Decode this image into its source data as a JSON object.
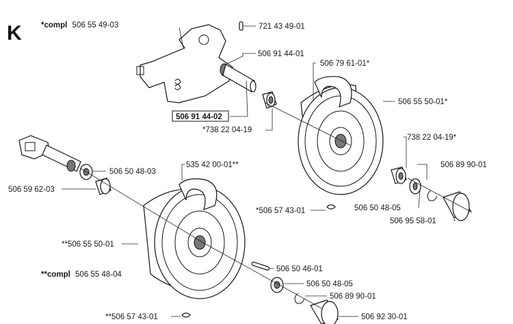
{
  "section_letter": "K",
  "header": {
    "prefix": "*compl",
    "number": "506 55 49-03"
  },
  "group2": {
    "prefix": "**compl",
    "number": "506 55 48-04"
  },
  "labels": [
    "721 43 49-01",
    "506 91 44-01",
    "506 91 44-02",
    "506 79 61-01*",
    "506 55 50-01*",
    "*738 22 04-19",
    "738 22 04-19*",
    "506 89 90-01",
    "506 50 48-03",
    "535 42 00-01**",
    "506 59 62-03",
    "*506 57 43-01",
    "506 50 48-05",
    "506 95 58-01",
    "**506 55 50-01",
    "506 50 46-01",
    "506 50 48-05",
    "506 89 90-01",
    "**506 57 43-01",
    "506 92 30-01"
  ]
}
